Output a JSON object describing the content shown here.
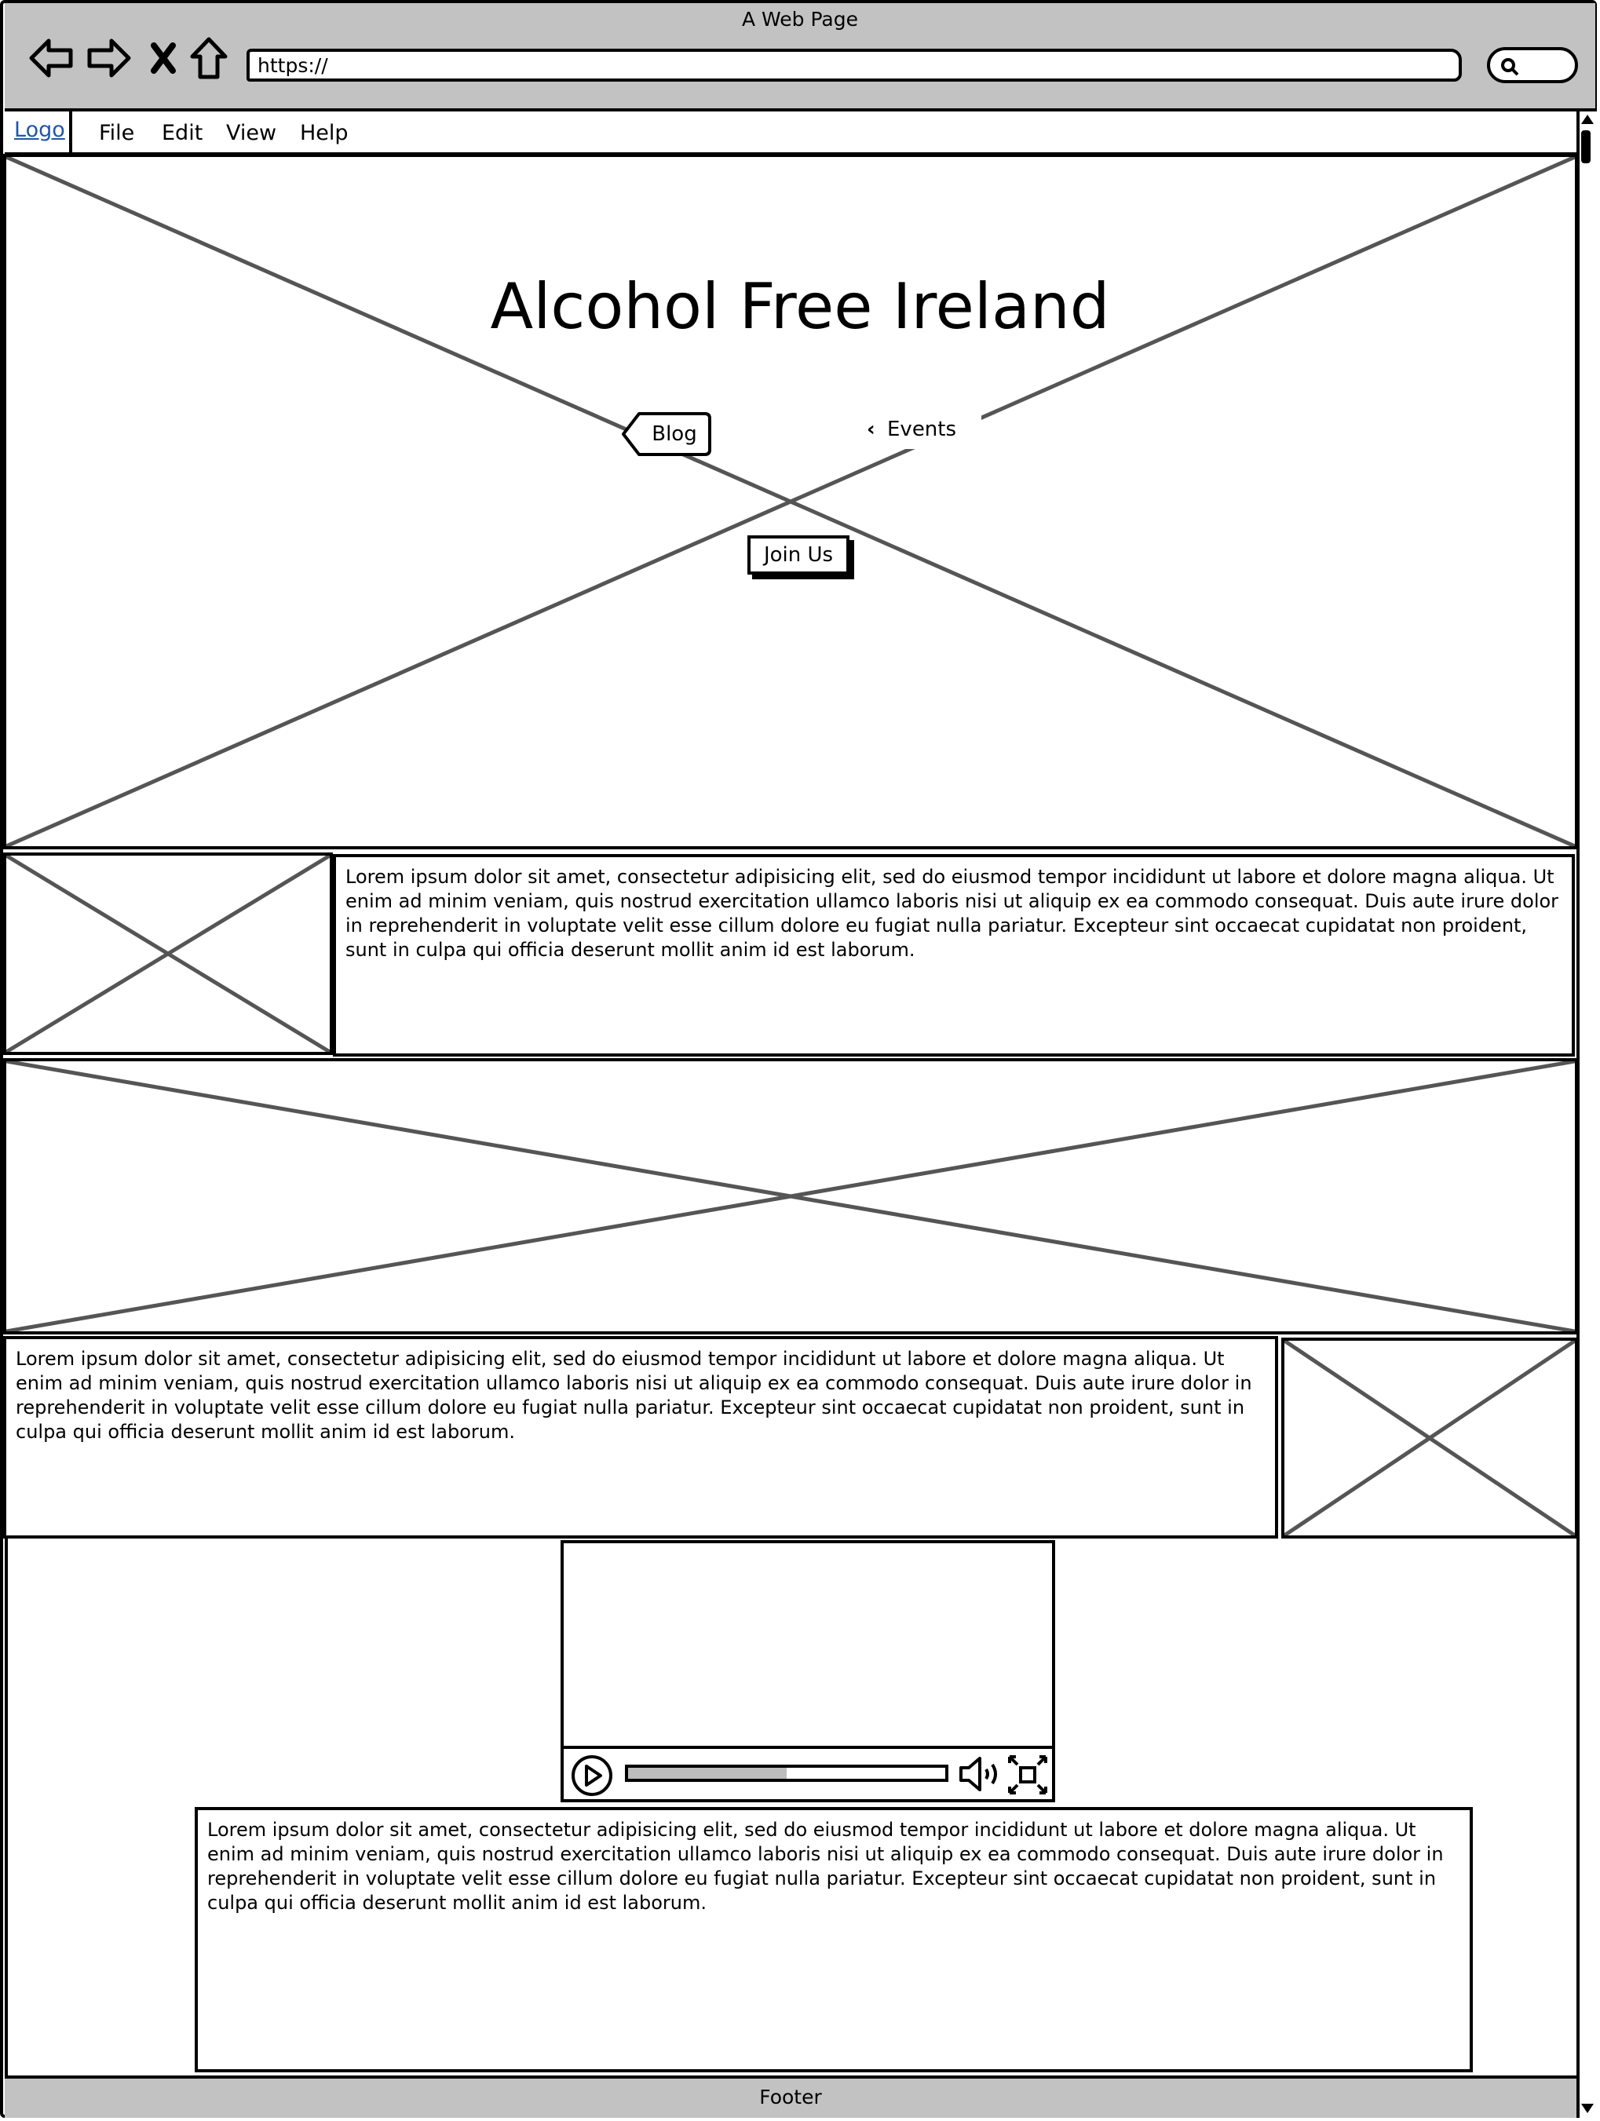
{
  "window": {
    "title": "A Web Page",
    "url": "https://"
  },
  "menubar": {
    "logo": "Logo",
    "items": [
      "File",
      "Edit",
      "View",
      "Help"
    ]
  },
  "hero": {
    "title": "Alcohol Free Ireland",
    "blog_label": "Blog",
    "events_label": "Events",
    "join_label": "Join Us"
  },
  "sections": {
    "text1": "Lorem ipsum dolor sit amet, consectetur adipisicing elit, sed do eiusmod tempor incididunt ut labore et dolore magna aliqua. Ut enim ad minim veniam, quis nostrud exercitation ullamco laboris nisi ut aliquip ex ea commodo consequat. Duis aute irure dolor in reprehenderit in voluptate velit esse cillum dolore eu fugiat nulla pariatur. Excepteur sint occaecat cupidatat non proident, sunt in culpa qui officia deserunt mollit anim id est laborum.",
    "text2": "Lorem ipsum dolor sit amet, consectetur adipisicing elit, sed do eiusmod tempor incididunt ut labore et dolore magna aliqua. Ut enim ad minim veniam, quis nostrud exercitation ullamco laboris nisi ut aliquip ex ea commodo consequat. Duis aute irure dolor in reprehenderit in voluptate velit esse cillum dolore eu fugiat nulla pariatur. Excepteur sint occaecat cupidatat non proident, sunt in culpa qui officia deserunt mollit anim id est laborum.",
    "text3": "Lorem ipsum dolor sit amet, consectetur adipisicing elit, sed do eiusmod tempor incididunt ut labore et dolore magna aliqua. Ut enim ad minim veniam, quis nostrud exercitation ullamco laboris nisi ut aliquip ex ea commodo consequat. Duis aute irure dolor in reprehenderit in voluptate velit esse cillum dolore eu fugiat nulla pariatur. Excepteur sint occaecat cupidatat non proident, sunt in culpa qui officia deserunt mollit anim id est laborum."
  },
  "video": {
    "progress": 0.5,
    "icons": [
      "play-icon",
      "volume-icon",
      "fullscreen-icon"
    ]
  },
  "footer": {
    "label": "Footer"
  },
  "colors": {
    "chrome": "#c2c2c2",
    "placeholder_line": "#555555",
    "link": "#1f56a8",
    "progress_fill": "#bdbdbd"
  }
}
